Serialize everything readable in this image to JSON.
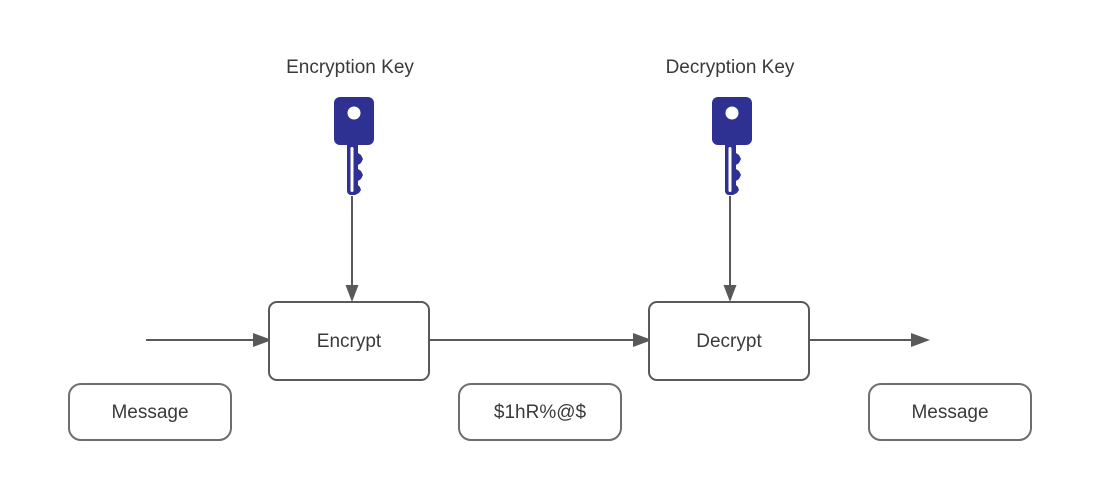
{
  "diagram": {
    "title_absent": true,
    "background_color": "#ffffff",
    "line_color": "#58595b",
    "text_color": "#3a3a3a",
    "key_color": "#2e3192"
  },
  "labels": {
    "encryption_key": "Encryption Key",
    "decryption_key": "Decryption Key"
  },
  "process_boxes": [
    {
      "id": "encrypt",
      "label": "Encrypt"
    },
    {
      "id": "decrypt",
      "label": "Decrypt"
    }
  ],
  "data_boxes": [
    {
      "id": "plaintext-in",
      "label": "Message"
    },
    {
      "id": "ciphertext",
      "label": "$1hR%@$"
    },
    {
      "id": "plaintext-out",
      "label": "Message"
    }
  ],
  "icons": {
    "key_encryption": "key-icon",
    "key_decryption": "key-icon"
  },
  "arrows": [
    {
      "id": "input",
      "from": "message-in",
      "to": "encrypt"
    },
    {
      "id": "mid",
      "from": "encrypt",
      "to": "decrypt"
    },
    {
      "id": "output",
      "from": "decrypt",
      "to": "message-out"
    },
    {
      "id": "key-enc",
      "from": "encryption-key",
      "to": "encrypt"
    },
    {
      "id": "key-dec",
      "from": "decryption-key",
      "to": "decrypt"
    }
  ]
}
